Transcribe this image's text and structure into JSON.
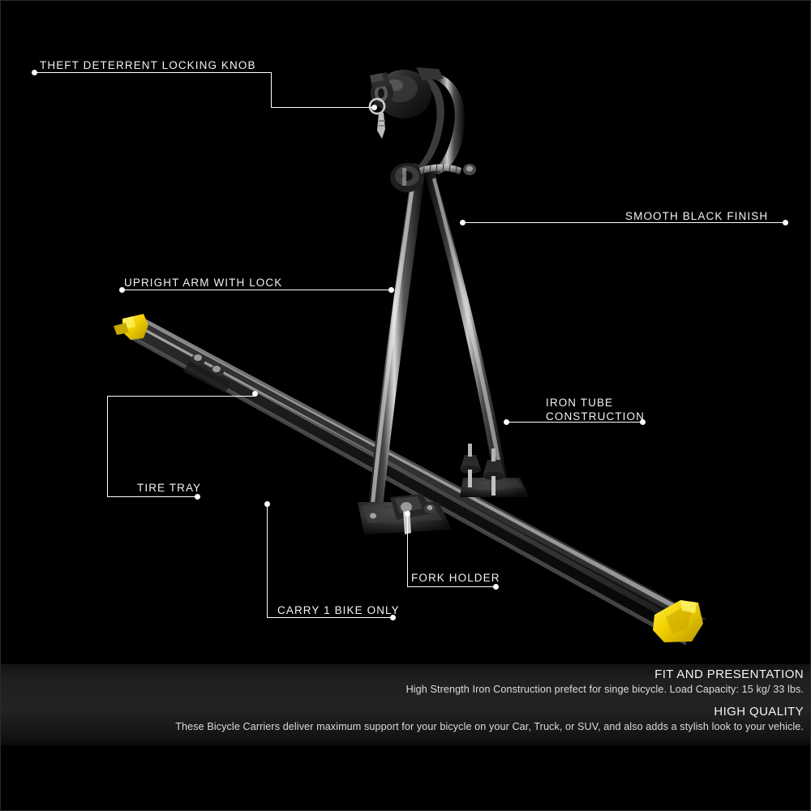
{
  "image": {
    "background_color": "#000000",
    "accent_color": "#f2d200",
    "line_color": "#ffffff"
  },
  "callouts": [
    {
      "id": "theft-deterrent-locking-knob",
      "label": "THEFT DETERRENT LOCKING KNOB",
      "target": "locking knob at top of upright arm"
    },
    {
      "id": "smooth-black-finish",
      "label": "SMOOTH BLACK FINISH",
      "target": "upright arm tube"
    },
    {
      "id": "upright-arm-with-lock",
      "label": "UPRIGHT ARM WITH LOCK",
      "target": "front upright arm"
    },
    {
      "id": "iron-tube-construction",
      "label": "IRON TUBE\nCONSTRUCTION",
      "line_1": "IRON TUBE",
      "line_2": "CONSTRUCTION",
      "target": "rear leg tube"
    },
    {
      "id": "tire-tray",
      "label": "TIRE TRAY",
      "target": "diagonal tire tray rail"
    },
    {
      "id": "fork-holder",
      "label": "FORK HOLDER",
      "target": "fork mount clamp"
    },
    {
      "id": "carry-1-bike-only",
      "label": "CARRY 1 BIKE ONLY",
      "target": "carrier base"
    }
  ],
  "features": [
    {
      "title": "FIT AND PRESENTATION",
      "body": "High Strength Iron Construction prefect for singe bicycle.  Load Capacity: 15 kg/ 33 lbs."
    },
    {
      "title": "HIGH QUALITY",
      "body": "These Bicycle Carriers deliver maximum support for your bicycle on your Car, Truck, or SUV, and also adds a stylish look to your vehicle."
    }
  ]
}
